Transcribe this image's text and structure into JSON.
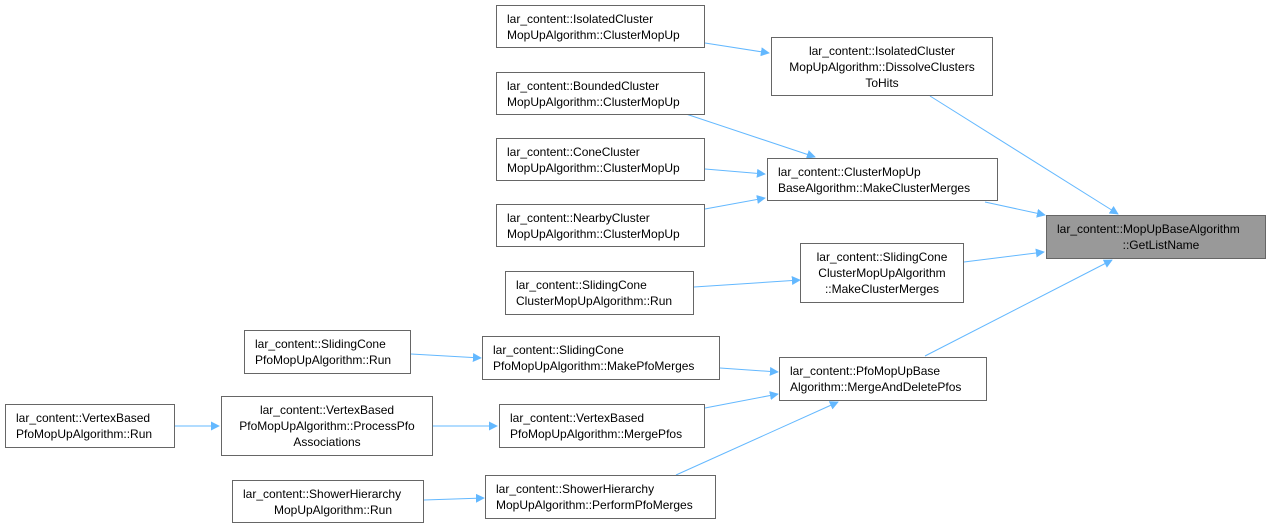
{
  "colors": {
    "edge": "#63b8ff",
    "node_border": "#666666",
    "node_bg": "#ffffff",
    "focus_bg": "#999999"
  },
  "nodes": {
    "n1": {
      "lines": [
        "lar_content::IsolatedCluster",
        "MopUpAlgorithm::ClusterMopUp"
      ]
    },
    "n2": {
      "lines": [
        "lar_content::IsolatedCluster",
        "MopUpAlgorithm::DissolveClusters",
        "ToHits"
      ]
    },
    "n3": {
      "lines": [
        "lar_content::BoundedCluster",
        "MopUpAlgorithm::ClusterMopUp"
      ]
    },
    "n4": {
      "lines": [
        "lar_content::ConeCluster",
        "MopUpAlgorithm::ClusterMopUp"
      ]
    },
    "n5": {
      "lines": [
        "lar_content::ClusterMopUp",
        "BaseAlgorithm::MakeClusterMerges"
      ]
    },
    "n6": {
      "lines": [
        "lar_content::NearbyCluster",
        "MopUpAlgorithm::ClusterMopUp"
      ]
    },
    "n7": {
      "lines": [
        "lar_content::MopUpBaseAlgorithm",
        "::GetListName"
      ]
    },
    "n8": {
      "lines": [
        "lar_content::SlidingCone",
        "ClusterMopUpAlgorithm",
        "::MakeClusterMerges"
      ]
    },
    "n9": {
      "lines": [
        "lar_content::SlidingCone",
        "ClusterMopUpAlgorithm::Run"
      ]
    },
    "n10": {
      "lines": [
        "lar_content::SlidingCone",
        "PfoMopUpAlgorithm::Run"
      ]
    },
    "n11": {
      "lines": [
        "lar_content::SlidingCone",
        "PfoMopUpAlgorithm::MakePfoMerges"
      ]
    },
    "n12": {
      "lines": [
        "lar_content::PfoMopUpBase",
        "Algorithm::MergeAndDeletePfos"
      ]
    },
    "n13": {
      "lines": [
        "lar_content::VertexBased",
        "PfoMopUpAlgorithm::Run"
      ]
    },
    "n14": {
      "lines": [
        "lar_content::VertexBased",
        "PfoMopUpAlgorithm::ProcessPfo",
        "Associations"
      ]
    },
    "n15": {
      "lines": [
        "lar_content::VertexBased",
        "PfoMopUpAlgorithm::MergePfos"
      ]
    },
    "n16": {
      "lines": [
        "lar_content::ShowerHierarchy",
        "MopUpAlgorithm::Run"
      ]
    },
    "n17": {
      "lines": [
        "lar_content::ShowerHierarchy",
        "MopUpAlgorithm::PerformPfoMerges"
      ]
    }
  }
}
